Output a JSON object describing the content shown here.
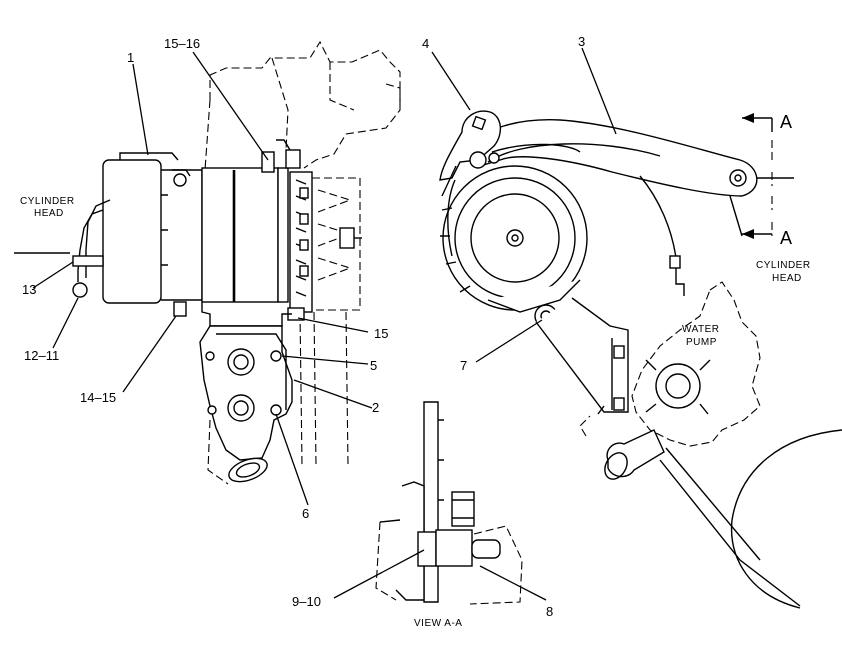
{
  "callouts": {
    "c1": "1",
    "c2": "2",
    "c3": "3",
    "c4": "4",
    "c5": "5",
    "c6": "6",
    "c7": "7",
    "c8": "8",
    "c9_10": "9–10",
    "c12_11": "12–11",
    "c13": "13",
    "c14_15": "14–15",
    "c15": "15",
    "c15_16": "15–16"
  },
  "labels": {
    "cylinder_head_left": [
      "CYLINDER",
      "HEAD"
    ],
    "cylinder_head_right": [
      "CYLINDER",
      "HEAD"
    ],
    "water_pump": [
      "WATER",
      "PUMP"
    ],
    "section_top": "A",
    "section_bottom": "A",
    "view_label": "VIEW A-A"
  }
}
